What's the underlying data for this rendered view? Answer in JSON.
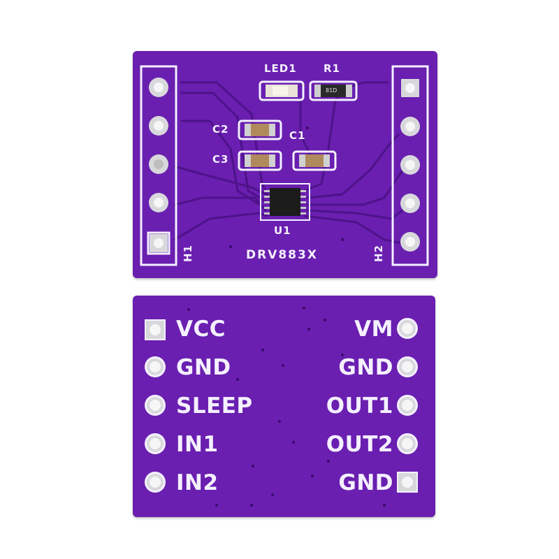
{
  "image": {
    "description_colors": {
      "pcb": "#6a1fb0",
      "silk": "#f4f0ff",
      "pad": "#d8d8dc",
      "trace": "#4e128a"
    }
  },
  "top_board": {
    "designators": {
      "led": "LED1",
      "resistor": "R1",
      "cap1": "C1",
      "cap2": "C2",
      "cap3": "C3",
      "ic": "U1",
      "part_name": "DRV883X",
      "header_left": "H1",
      "header_right": "H2"
    },
    "resistor_marking": "81D"
  },
  "bottom_board": {
    "left_pins": [
      "VCC",
      "GND",
      "SLEEP",
      "IN1",
      "IN2"
    ],
    "right_pins": [
      "VM",
      "GND",
      "OUT1",
      "OUT2",
      "GND"
    ]
  }
}
